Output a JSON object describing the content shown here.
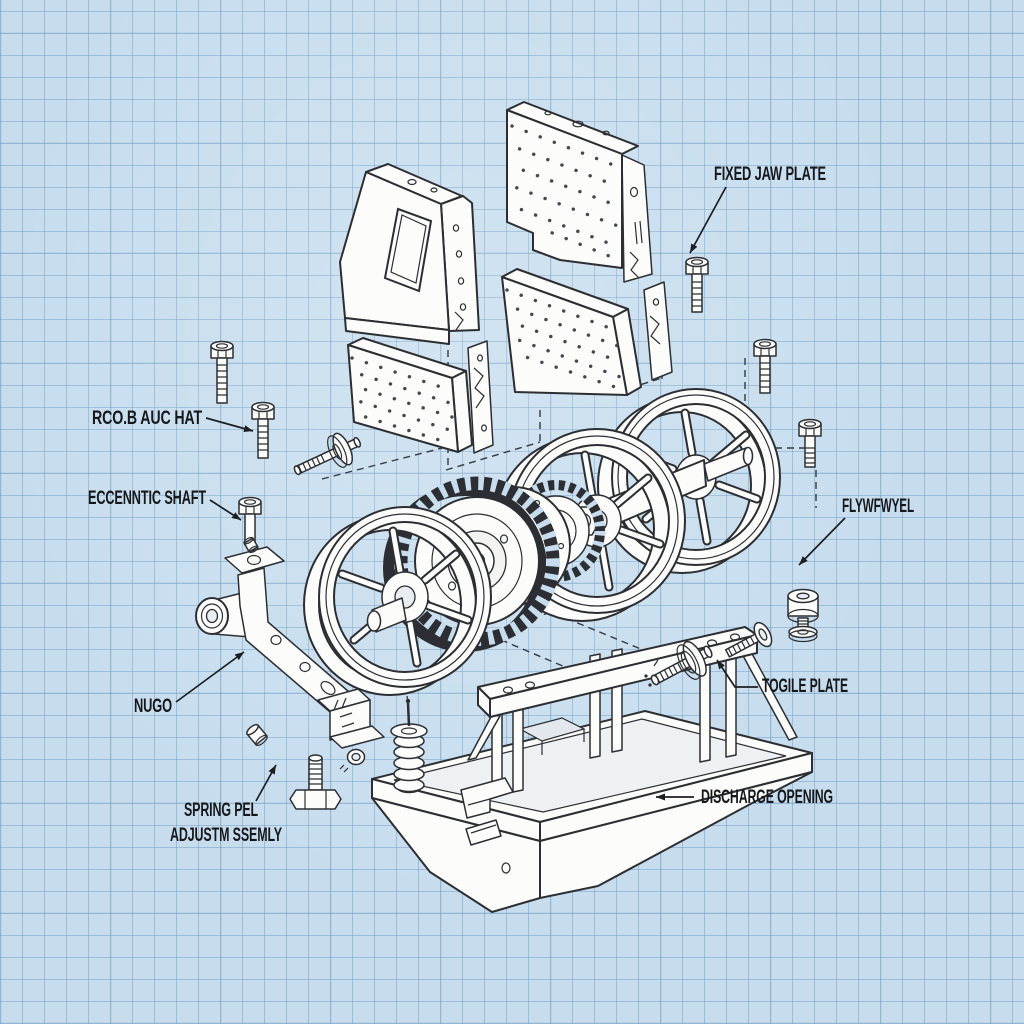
{
  "colors": {
    "paper": "#c7ddee",
    "grid": "#6a98c0",
    "ink": "#2c2e33",
    "part_fill": "#fcfcfa"
  },
  "labels": {
    "fixed_jaw_plate": "FIXED JAW PLATE",
    "rod": "RCO.B AUC HAT",
    "eccentric_shaft": "ECCENNTIC SHAFT",
    "flywheel": "FLYWFWYEL",
    "toggle_plate": "TOGILE PLATE",
    "discharge_opening": "DISCHARGE OPENING",
    "nugo": "NUGO",
    "spring_line1": "SPRING PEL",
    "spring_line2": "ADJUSTM SSEMLY"
  },
  "parts": [
    "moving jaw body",
    "moving jaw liner plate",
    "fixed jaw plate",
    "fixed jaw liner plate",
    "cheek wedge left",
    "cheek wedge right",
    "eccentric gear",
    "bearing flange",
    "spline coupling",
    "shaft nut",
    "left flywheel",
    "center flywheel",
    "right flywheel",
    "main shaft",
    "frame beam",
    "frame columns",
    "discharge hopper",
    "spring assembly",
    "toggle bracket",
    "cap bolts",
    "stud washers",
    "spacer nut",
    "hex bolt"
  ]
}
